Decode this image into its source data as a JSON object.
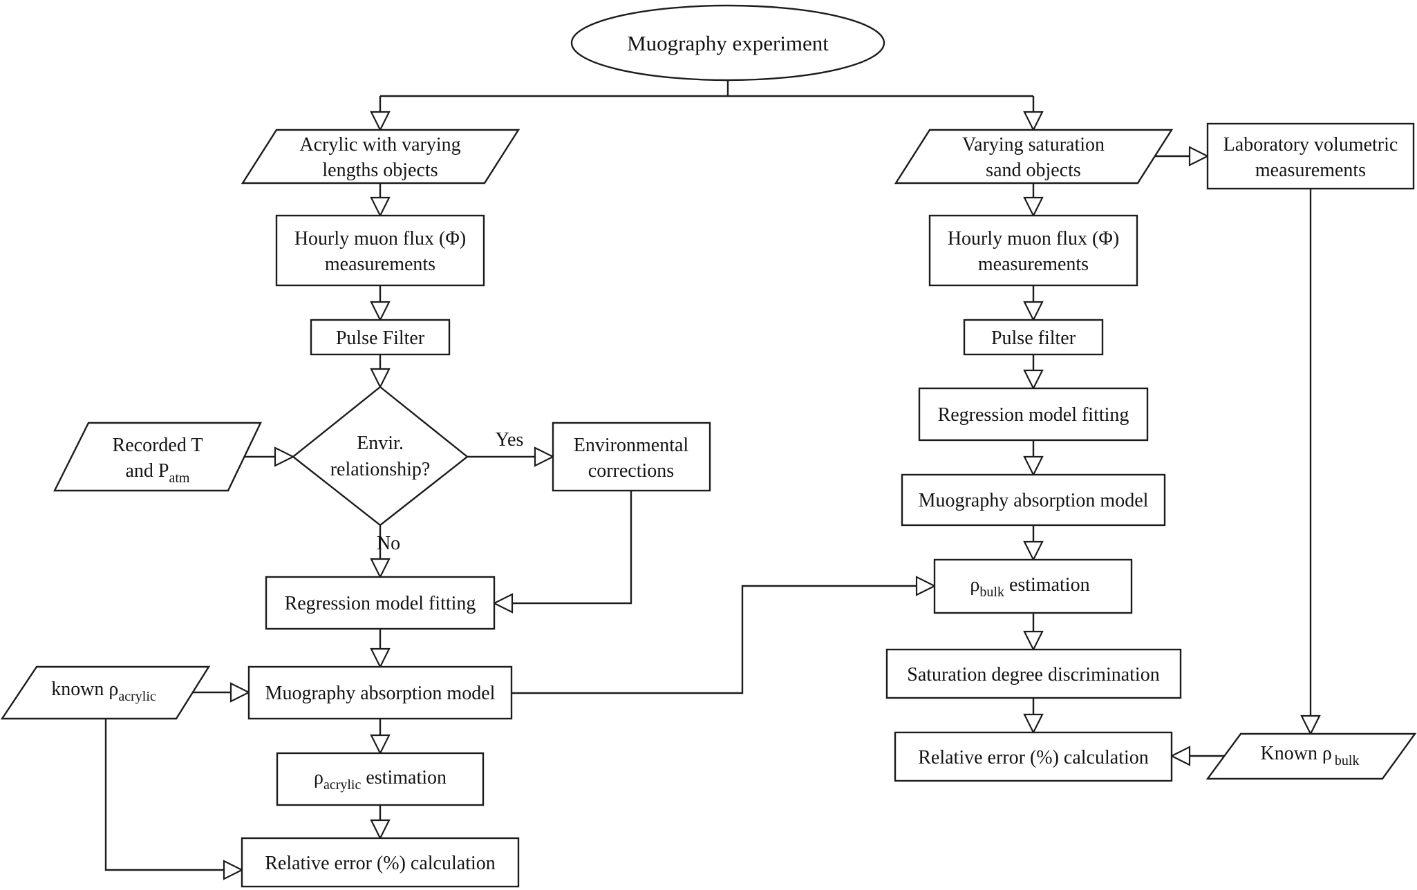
{
  "diagram": {
    "title": "Muography experiment",
    "branch_labels": {
      "yes": "Yes",
      "no": "No"
    },
    "colors": {
      "stroke": "#1c1c1c",
      "background": "#ffffff",
      "text": "#141414"
    },
    "nodes": {
      "start": {
        "label": "Muography experiment"
      },
      "acrylic_objects": {
        "line1": "Acrylic with varying",
        "line2": "lengths objects"
      },
      "hourly_flux_left": {
        "line1": "Hourly muon flux (Φ)",
        "line2": "measurements"
      },
      "pulse_filter_left": {
        "label": "Pulse Filter"
      },
      "envir_decision": {
        "line1": "Envir.",
        "line2": "relationship?"
      },
      "recorded_t_patm": {
        "line1": "Recorded T",
        "line2_main": "and P",
        "line2_sub": "atm"
      },
      "environmental_corrections": {
        "line1": "Environmental",
        "line2": "corrections"
      },
      "regression_left": {
        "label": "Regression model fitting"
      },
      "absorption_left": {
        "label": "Muography absorption model"
      },
      "known_rho_acrylic": {
        "main": "known ρ",
        "sub": "acrylic"
      },
      "rho_acrylic_estimation": {
        "rho": "ρ",
        "sub": "acrylic",
        "rest": "estimation"
      },
      "relative_error_left": {
        "label": "Relative error (%) calculation"
      },
      "sand_objects": {
        "line1": "Varying saturation",
        "line2": "sand objects"
      },
      "hourly_flux_right": {
        "line1": "Hourly muon flux (Φ)",
        "line2": "measurements"
      },
      "pulse_filter_right": {
        "label": "Pulse filter"
      },
      "regression_right": {
        "label": "Regression model fitting"
      },
      "absorption_right": {
        "label": "Muography absorption model"
      },
      "rho_bulk_estimation": {
        "rho": "ρ",
        "sub": "bulk",
        "rest": "estimation"
      },
      "saturation_discrimination": {
        "label": "Saturation degree discrimination"
      },
      "relative_error_right": {
        "label": "Relative error (%) calculation"
      },
      "lab_volumetric": {
        "line1": "Laboratory volumetric",
        "line2": "measurements"
      },
      "known_rho_bulk": {
        "main": "Known ρ",
        "sub": "bulk"
      }
    }
  }
}
